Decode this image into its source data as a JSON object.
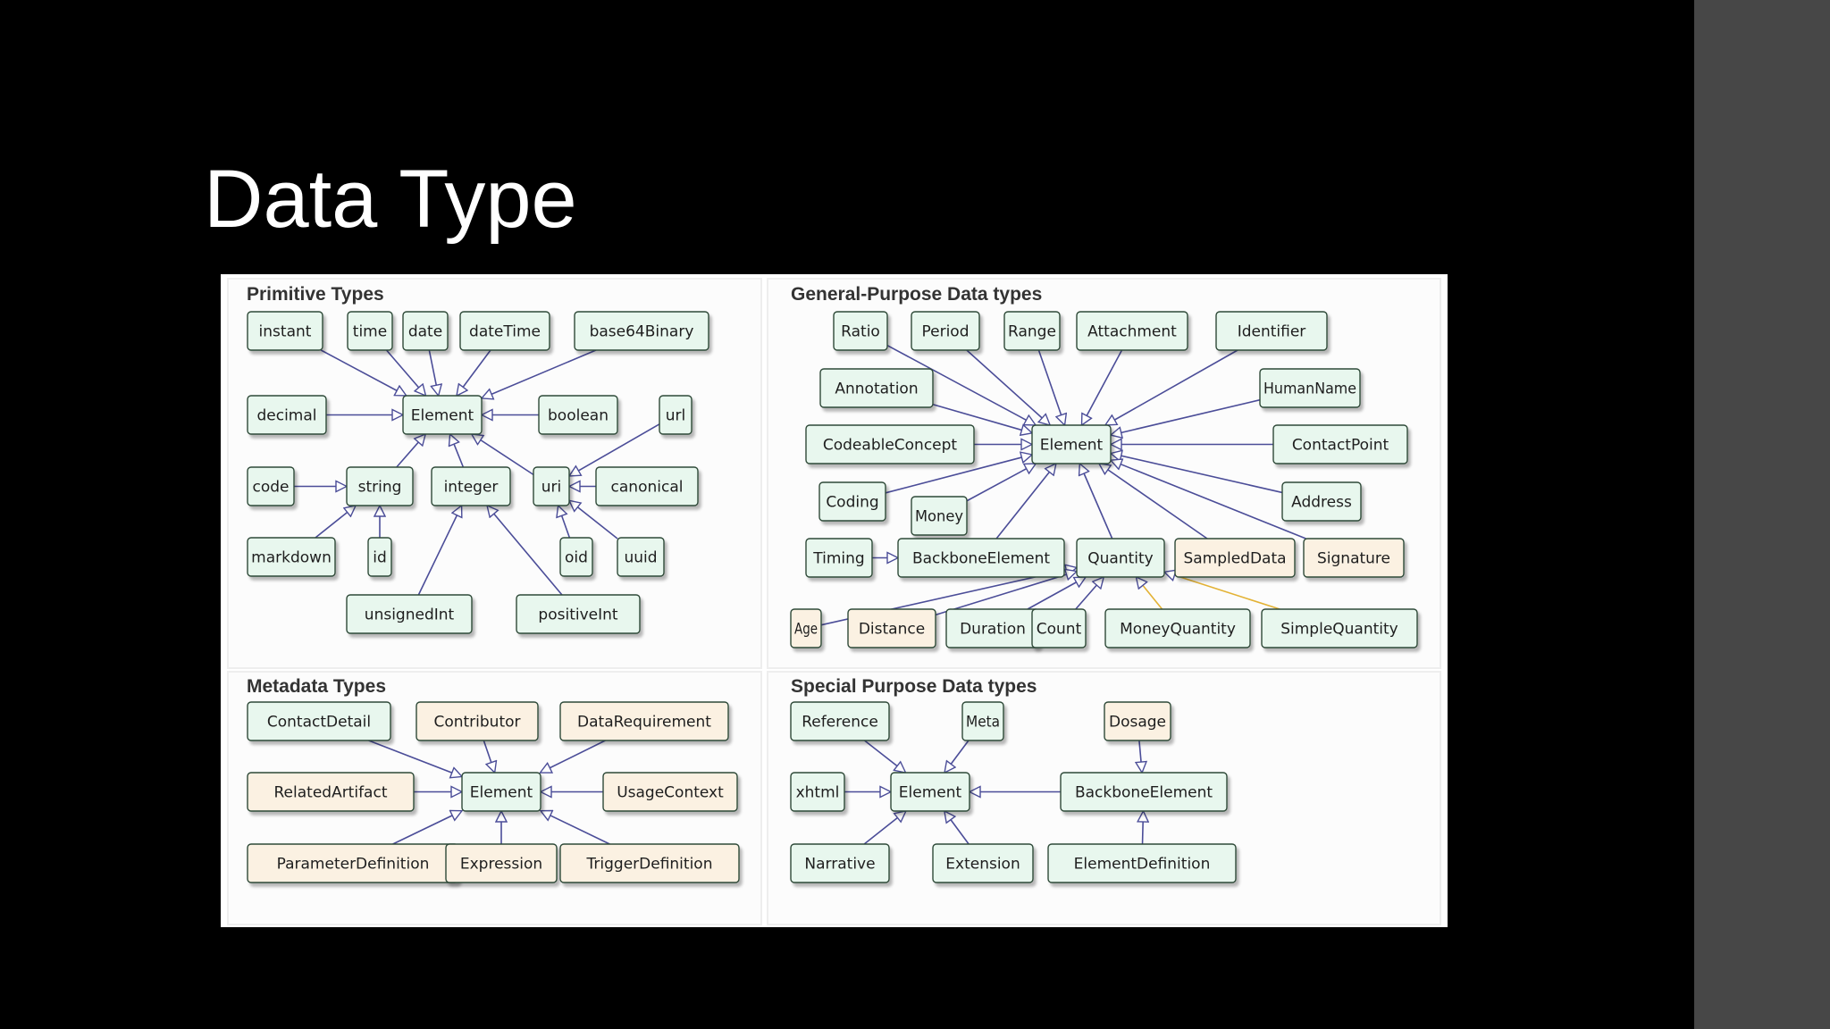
{
  "slide": {
    "title": "Data Type"
  },
  "colors": {
    "background": "#000000",
    "sidebar": "#474747",
    "core_box": "#e8f7ee",
    "other_box": "#fbf1e2",
    "arrow": "#4b4d98",
    "highlight_arrow": "#e3b234"
  },
  "panels": [
    {
      "id": "primitive",
      "title": "Primitive Types",
      "nodes": [
        {
          "id": "instant",
          "label": "instant"
        },
        {
          "id": "time",
          "label": "time"
        },
        {
          "id": "date",
          "label": "date"
        },
        {
          "id": "dateTime",
          "label": "dateTime"
        },
        {
          "id": "base64Binary",
          "label": "base64Binary"
        },
        {
          "id": "decimal",
          "label": "decimal"
        },
        {
          "id": "element",
          "label": "Element"
        },
        {
          "id": "boolean",
          "label": "boolean"
        },
        {
          "id": "url",
          "label": "url"
        },
        {
          "id": "code",
          "label": "code"
        },
        {
          "id": "string",
          "label": "string"
        },
        {
          "id": "integer",
          "label": "integer"
        },
        {
          "id": "uri",
          "label": "uri"
        },
        {
          "id": "canonical",
          "label": "canonical"
        },
        {
          "id": "markdown",
          "label": "markdown"
        },
        {
          "id": "id",
          "label": "id"
        },
        {
          "id": "oid",
          "label": "oid"
        },
        {
          "id": "uuid",
          "label": "uuid"
        },
        {
          "id": "unsignedInt",
          "label": "unsignedInt"
        },
        {
          "id": "positiveInt",
          "label": "positiveInt"
        }
      ],
      "edges": [
        {
          "from": "instant",
          "to": "element"
        },
        {
          "from": "time",
          "to": "element"
        },
        {
          "from": "date",
          "to": "element"
        },
        {
          "from": "dateTime",
          "to": "element"
        },
        {
          "from": "base64Binary",
          "to": "element"
        },
        {
          "from": "decimal",
          "to": "element"
        },
        {
          "from": "boolean",
          "to": "element"
        },
        {
          "from": "string",
          "to": "element"
        },
        {
          "from": "integer",
          "to": "element"
        },
        {
          "from": "uri",
          "to": "element"
        },
        {
          "from": "code",
          "to": "string"
        },
        {
          "from": "markdown",
          "to": "string"
        },
        {
          "from": "id",
          "to": "string"
        },
        {
          "from": "unsignedInt",
          "to": "integer"
        },
        {
          "from": "positiveInt",
          "to": "integer"
        },
        {
          "from": "url",
          "to": "uri"
        },
        {
          "from": "canonical",
          "to": "uri"
        },
        {
          "from": "oid",
          "to": "uri"
        },
        {
          "from": "uuid",
          "to": "uri"
        }
      ]
    },
    {
      "id": "general",
      "title": "General-Purpose Data types",
      "nodes": [
        {
          "id": "ratio",
          "label": "Ratio"
        },
        {
          "id": "period",
          "label": "Period"
        },
        {
          "id": "range",
          "label": "Range"
        },
        {
          "id": "attachment",
          "label": "Attachment"
        },
        {
          "id": "identifier",
          "label": "Identifier"
        },
        {
          "id": "annotation",
          "label": "Annotation"
        },
        {
          "id": "humanName",
          "label": "HumanName"
        },
        {
          "id": "codeableConcept",
          "label": "CodeableConcept"
        },
        {
          "id": "element",
          "label": "Element"
        },
        {
          "id": "contactPoint",
          "label": "ContactPoint"
        },
        {
          "id": "coding",
          "label": "Coding"
        },
        {
          "id": "money",
          "label": "Money"
        },
        {
          "id": "address",
          "label": "Address"
        },
        {
          "id": "timing",
          "label": "Timing"
        },
        {
          "id": "backboneElement",
          "label": "BackboneElement"
        },
        {
          "id": "quantity",
          "label": "Quantity"
        },
        {
          "id": "sampledData",
          "label": "SampledData"
        },
        {
          "id": "signature",
          "label": "Signature"
        },
        {
          "id": "age",
          "label": "Age"
        },
        {
          "id": "distance",
          "label": "Distance"
        },
        {
          "id": "duration",
          "label": "Duration"
        },
        {
          "id": "count",
          "label": "Count"
        },
        {
          "id": "moneyQuantity",
          "label": "MoneyQuantity"
        },
        {
          "id": "simpleQuantity",
          "label": "SimpleQuantity"
        }
      ],
      "edges": [
        {
          "from": "ratio",
          "to": "element"
        },
        {
          "from": "period",
          "to": "element"
        },
        {
          "from": "range",
          "to": "element"
        },
        {
          "from": "attachment",
          "to": "element"
        },
        {
          "from": "identifier",
          "to": "element"
        },
        {
          "from": "annotation",
          "to": "element"
        },
        {
          "from": "humanName",
          "to": "element"
        },
        {
          "from": "codeableConcept",
          "to": "element"
        },
        {
          "from": "contactPoint",
          "to": "element"
        },
        {
          "from": "coding",
          "to": "element"
        },
        {
          "from": "money",
          "to": "element"
        },
        {
          "from": "address",
          "to": "element"
        },
        {
          "from": "backboneElement",
          "to": "element"
        },
        {
          "from": "quantity",
          "to": "element"
        },
        {
          "from": "sampledData",
          "to": "element"
        },
        {
          "from": "signature",
          "to": "element"
        },
        {
          "from": "timing",
          "to": "backboneElement"
        },
        {
          "from": "age",
          "to": "quantity"
        },
        {
          "from": "distance",
          "to": "quantity"
        },
        {
          "from": "duration",
          "to": "quantity"
        },
        {
          "from": "count",
          "to": "quantity"
        },
        {
          "from": "moneyQuantity",
          "to": "quantity",
          "style": "yellow"
        },
        {
          "from": "simpleQuantity",
          "to": "quantity",
          "style": "yellow"
        }
      ]
    },
    {
      "id": "metadata",
      "title": "Metadata Types",
      "nodes": [
        {
          "id": "contactDetail",
          "label": "ContactDetail"
        },
        {
          "id": "contributor",
          "label": "Contributor"
        },
        {
          "id": "dataRequirement",
          "label": "DataRequirement"
        },
        {
          "id": "relatedArtifact",
          "label": "RelatedArtifact"
        },
        {
          "id": "element",
          "label": "Element"
        },
        {
          "id": "usageContext",
          "label": "UsageContext"
        },
        {
          "id": "parameterDefinition",
          "label": "ParameterDefinition"
        },
        {
          "id": "expression",
          "label": "Expression"
        },
        {
          "id": "triggerDefinition",
          "label": "TriggerDefinition"
        }
      ],
      "edges": [
        {
          "from": "contactDetail",
          "to": "element"
        },
        {
          "from": "contributor",
          "to": "element"
        },
        {
          "from": "dataRequirement",
          "to": "element"
        },
        {
          "from": "relatedArtifact",
          "to": "element"
        },
        {
          "from": "usageContext",
          "to": "element"
        },
        {
          "from": "parameterDefinition",
          "to": "element"
        },
        {
          "from": "expression",
          "to": "element"
        },
        {
          "from": "triggerDefinition",
          "to": "element"
        }
      ]
    },
    {
      "id": "special",
      "title": "Special Purpose Data types",
      "nodes": [
        {
          "id": "reference",
          "label": "Reference"
        },
        {
          "id": "meta",
          "label": "Meta"
        },
        {
          "id": "dosage",
          "label": "Dosage"
        },
        {
          "id": "xhtml",
          "label": "xhtml"
        },
        {
          "id": "element",
          "label": "Element"
        },
        {
          "id": "backboneElement",
          "label": "BackboneElement"
        },
        {
          "id": "narrative",
          "label": "Narrative"
        },
        {
          "id": "extension",
          "label": "Extension"
        },
        {
          "id": "elementDefinition",
          "label": "ElementDefinition"
        }
      ],
      "edges": [
        {
          "from": "reference",
          "to": "element"
        },
        {
          "from": "meta",
          "to": "element"
        },
        {
          "from": "xhtml",
          "to": "element"
        },
        {
          "from": "narrative",
          "to": "element"
        },
        {
          "from": "extension",
          "to": "element"
        },
        {
          "from": "backboneElement",
          "to": "element"
        },
        {
          "from": "dosage",
          "to": "backboneElement"
        },
        {
          "from": "elementDefinition",
          "to": "backboneElement"
        }
      ]
    }
  ]
}
